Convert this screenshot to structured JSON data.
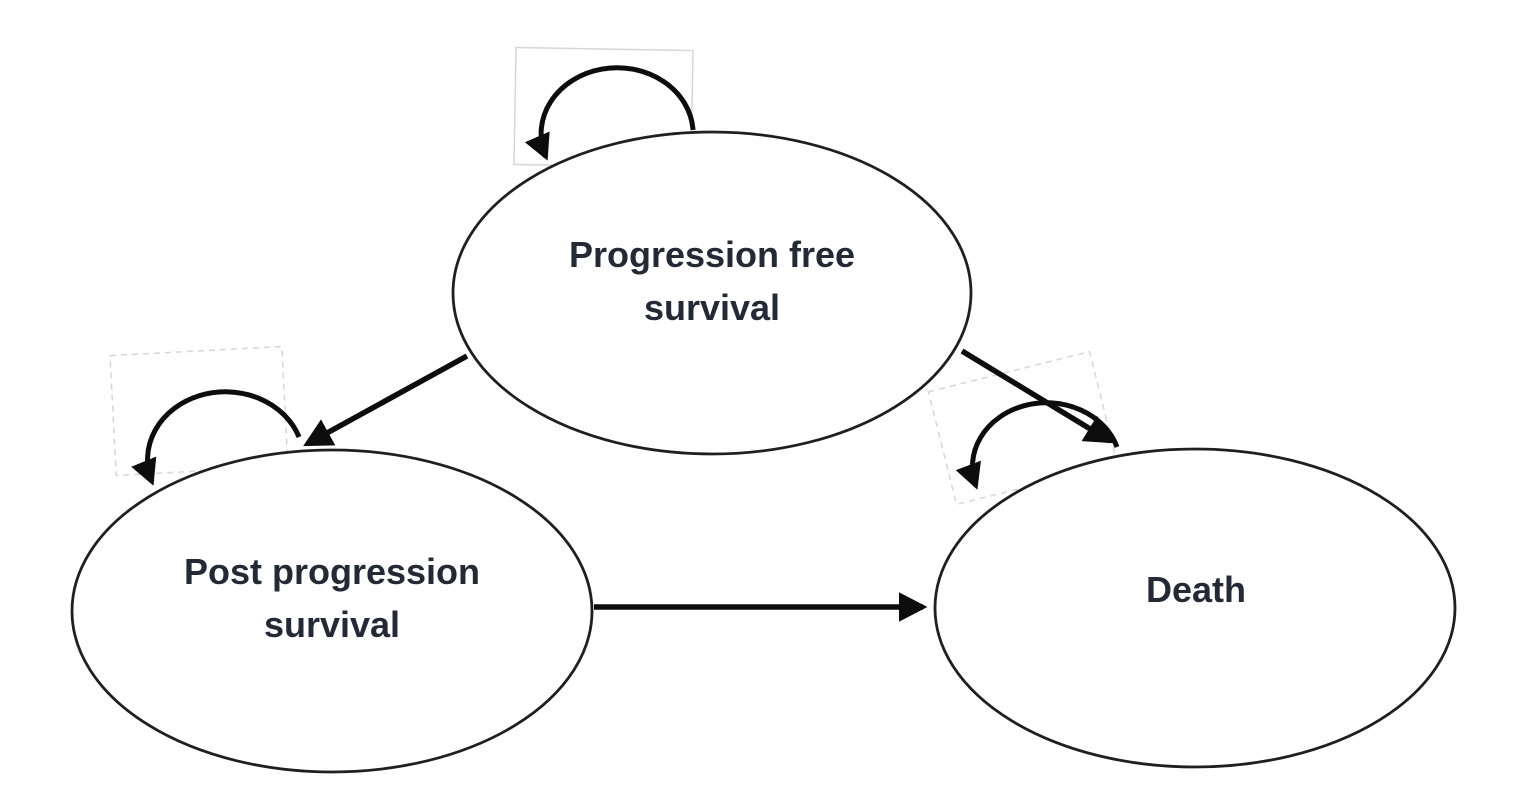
{
  "diagram": {
    "type": "state-transition-diagram",
    "colors": {
      "background": "#ffffff",
      "ink": "#1f1f1f",
      "arrow": "#0d0d0d",
      "label": "#232a36",
      "guide": "#d6d6d6"
    },
    "nodes": [
      {
        "id": "progression-free-survival",
        "lines": [
          "Progression free",
          "survival"
        ]
      },
      {
        "id": "post-progression-survival",
        "lines": [
          "Post progression",
          "survival"
        ]
      },
      {
        "id": "death",
        "lines": [
          "Death"
        ]
      }
    ],
    "edges": [
      {
        "from": "progression-free-survival",
        "to": "progression-free-survival",
        "kind": "self-loop"
      },
      {
        "from": "post-progression-survival",
        "to": "post-progression-survival",
        "kind": "self-loop"
      },
      {
        "from": "death",
        "to": "death",
        "kind": "self-loop"
      },
      {
        "from": "progression-free-survival",
        "to": "post-progression-survival",
        "kind": "transition"
      },
      {
        "from": "progression-free-survival",
        "to": "death",
        "kind": "transition"
      },
      {
        "from": "post-progression-survival",
        "to": "death",
        "kind": "transition"
      }
    ]
  }
}
